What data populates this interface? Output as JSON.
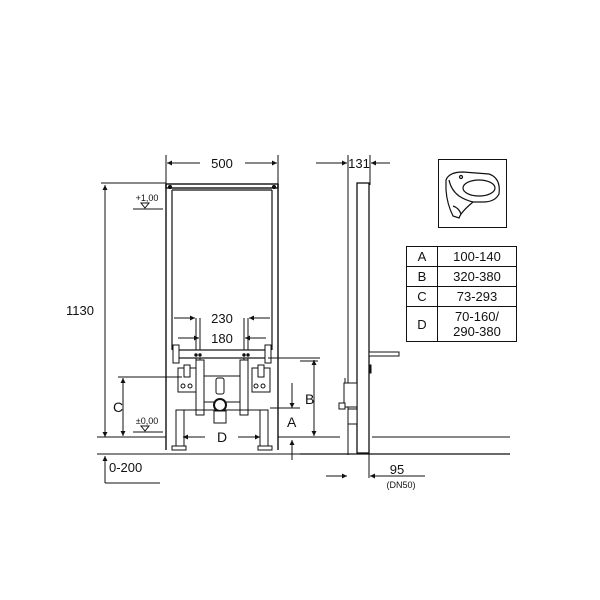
{
  "diagram": {
    "type": "technical-installation-drawing",
    "subject": "Bidet installation frame (front and side elevation)",
    "front_view": {
      "width_label": "500",
      "height_label": "1130",
      "upper_level_label": "+1,00",
      "floor_level_label": "±0,00",
      "adjust_label": "0-200",
      "inner_dim_1": "230",
      "inner_dim_2": "180",
      "label_C": "C",
      "label_D": "D",
      "label_A": "A",
      "label_B": "B"
    },
    "side_view": {
      "depth_label": "131",
      "label_B": "B",
      "drain_label": "95",
      "drain_sub_label": "(DN50)"
    },
    "thumbnail": {
      "icon": "wall-hung-bidet-icon"
    },
    "dimension_table": {
      "rows": [
        {
          "key": "A",
          "value": "100-140"
        },
        {
          "key": "B",
          "value": "320-380"
        },
        {
          "key": "C",
          "value": "73-293"
        },
        {
          "key": "D",
          "value_line1": "70-160/",
          "value_line2": "290-380"
        }
      ]
    }
  }
}
